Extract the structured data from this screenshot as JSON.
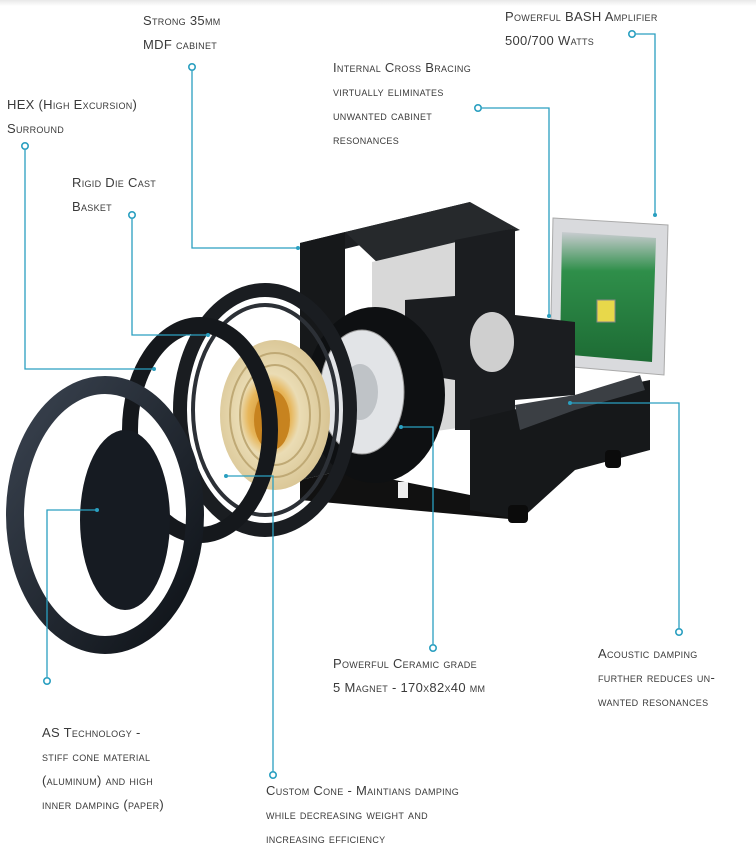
{
  "accent_color": "#2a9fc0",
  "callouts": {
    "cabinet": [
      "Strong 35mm",
      "MDF cabinet"
    ],
    "amplifier": [
      "Powerful BASH Amplifier",
      "500/700 Watts"
    ],
    "bracing": [
      "Internal Cross Bracing",
      "virtually eliminates",
      "unwanted cabinet",
      "resonances"
    ],
    "surround": [
      "HEX (High Excursion)",
      "Surround"
    ],
    "basket": [
      "Rigid Die Cast",
      "Basket"
    ],
    "as_tech": [
      "AS Technology -",
      "stiff cone material",
      "(aluminum) and high",
      "inner damping (paper)"
    ],
    "custom_cone": [
      "Custom Cone - Maintians damping",
      "while decreasing weight and",
      "increasing efficiency"
    ],
    "magnet": [
      "Powerful Ceramic grade",
      "5 Magnet - 170x82x40 mm"
    ],
    "damping": [
      "Acoustic damping",
      "further reduces un-",
      "wanted resonances"
    ]
  }
}
